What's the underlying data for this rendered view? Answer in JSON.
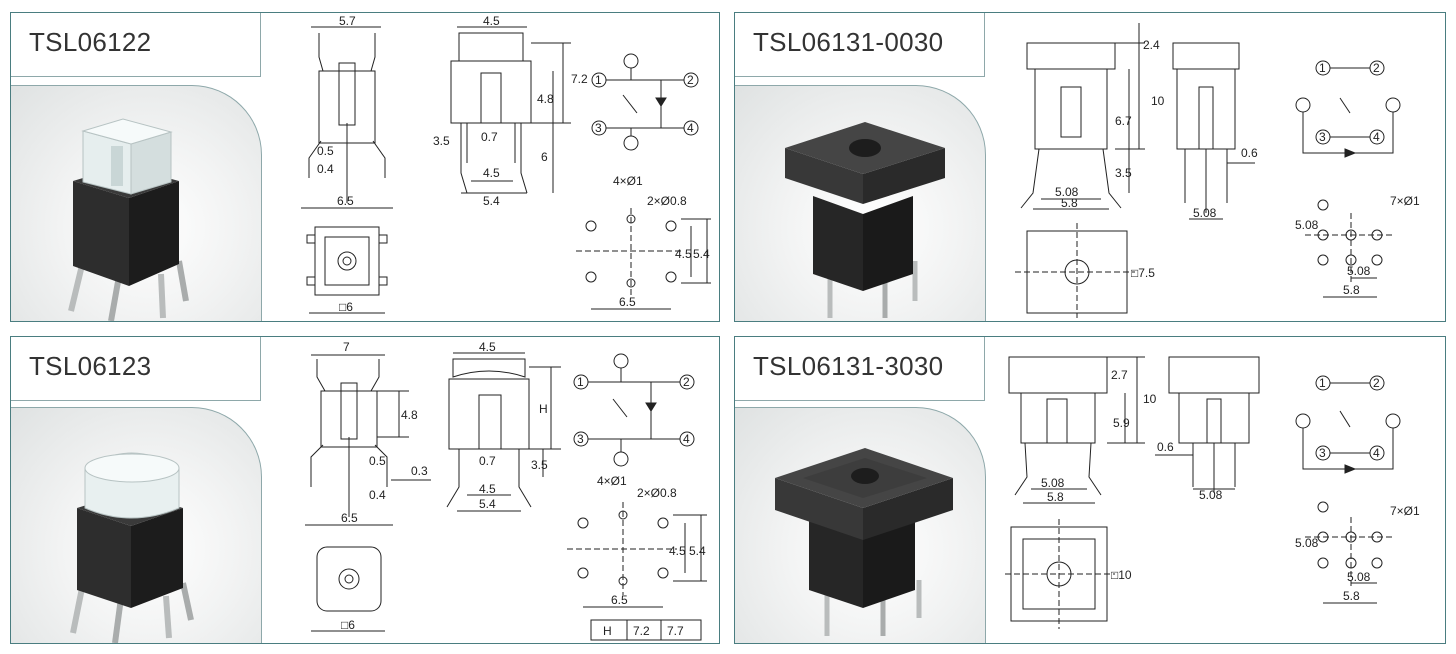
{
  "panels": [
    {
      "title": "TSL06122",
      "dims": {
        "front_width": "5.7",
        "d05": "0.5",
        "d04": "0.4",
        "d65": "6.5",
        "side_width": "4.5",
        "h72": "7.2",
        "h48": "4.8",
        "h35": "3.5",
        "d07": "0.7",
        "d45": "4.5",
        "d54": "5.4",
        "h6": "6",
        "sq6": "□6"
      },
      "circuit": {
        "p1": "1",
        "p2": "2",
        "p3": "3",
        "p4": "4"
      },
      "pcb": {
        "holes4": "4×Ø1",
        "holes2": "2×Ø0.8",
        "v45": "4.5",
        "v54": "5.4",
        "h65": "6.5"
      }
    },
    {
      "title": "TSL06131-0030",
      "dims": {
        "h24": "2.4",
        "h10": "10",
        "h67": "6.7",
        "h35": "3.5",
        "w508": "5.08",
        "w58": "5.8",
        "d06": "0.6",
        "side508": "5.08",
        "sq75": "□7.5"
      },
      "circuit": {
        "p1": "1",
        "p2": "2",
        "p3": "3",
        "p4": "4"
      },
      "pcb": {
        "holes7": "7×Ø1",
        "v508": "5.08",
        "h508": "5.08",
        "h58": "5.8"
      }
    },
    {
      "title": "TSL06123",
      "dims": {
        "front_width": "7",
        "h48": "4.8",
        "d05": "0.5",
        "d03": "0.3",
        "d04": "0.4",
        "d65": "6.5",
        "side_width": "4.5",
        "hH": "H",
        "d07": "0.7",
        "h35": "3.5",
        "d45": "4.5",
        "d54": "5.4",
        "sq6": "□6"
      },
      "circuit": {
        "p1": "1",
        "p2": "2",
        "p3": "3",
        "p4": "4"
      },
      "pcb": {
        "holes4": "4×Ø1",
        "holes2": "2×Ø0.8",
        "v45": "4.5",
        "v54": "5.4",
        "h65": "6.5"
      },
      "table": {
        "head": "H",
        "v1": "7.2",
        "v2": "7.7"
      }
    },
    {
      "title": "TSL06131-3030",
      "dims": {
        "h27": "2.7",
        "h10": "10",
        "h59": "5.9",
        "d06": "0.6",
        "w508": "5.08",
        "w58": "5.8",
        "side508": "5.08",
        "sq10": "□10"
      },
      "circuit": {
        "p1": "1",
        "p2": "2",
        "p3": "3",
        "p4": "4"
      },
      "pcb": {
        "holes7": "7×Ø1",
        "v508": "5.08",
        "h508": "5.08",
        "h58": "5.8"
      }
    }
  ],
  "colors": {
    "frame": "#4a7d80",
    "tab": "#8ea8aa",
    "ink": "#222222",
    "body_dark": "#2b2b2b"
  }
}
